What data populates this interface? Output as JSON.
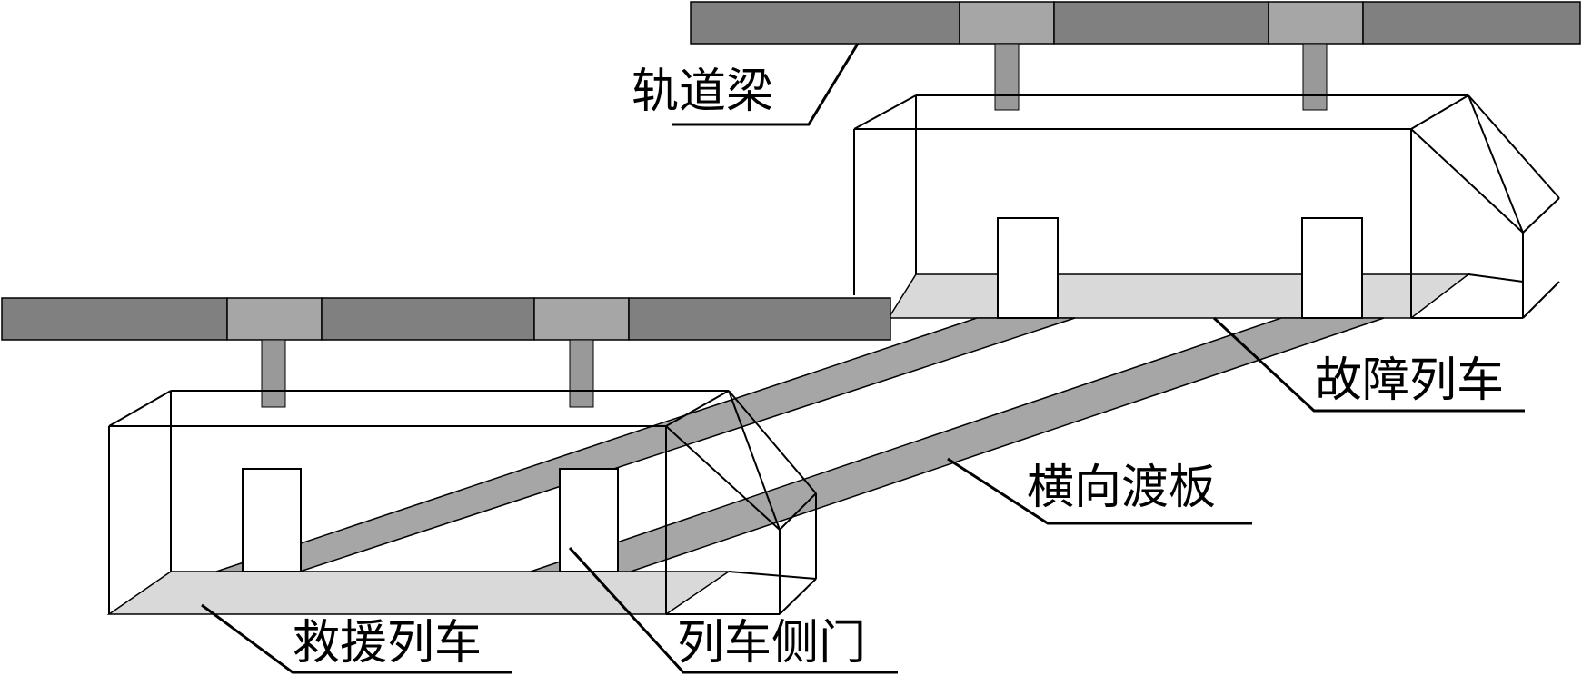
{
  "labels": {
    "track_beam": "轨道梁",
    "faulty_train": "故障列车",
    "transverse_bridge_plate": "横向渡板",
    "rescue_train": "救援列车",
    "train_side_door": "列车侧门"
  },
  "colors": {
    "beam_dark": "#808080",
    "beam_light": "#a6a6a6",
    "hanger": "#999999",
    "train_floor": "#d9d9d9",
    "bridge_plate": "#a6a6a6",
    "door": "#ffffff",
    "line": "#000000"
  }
}
